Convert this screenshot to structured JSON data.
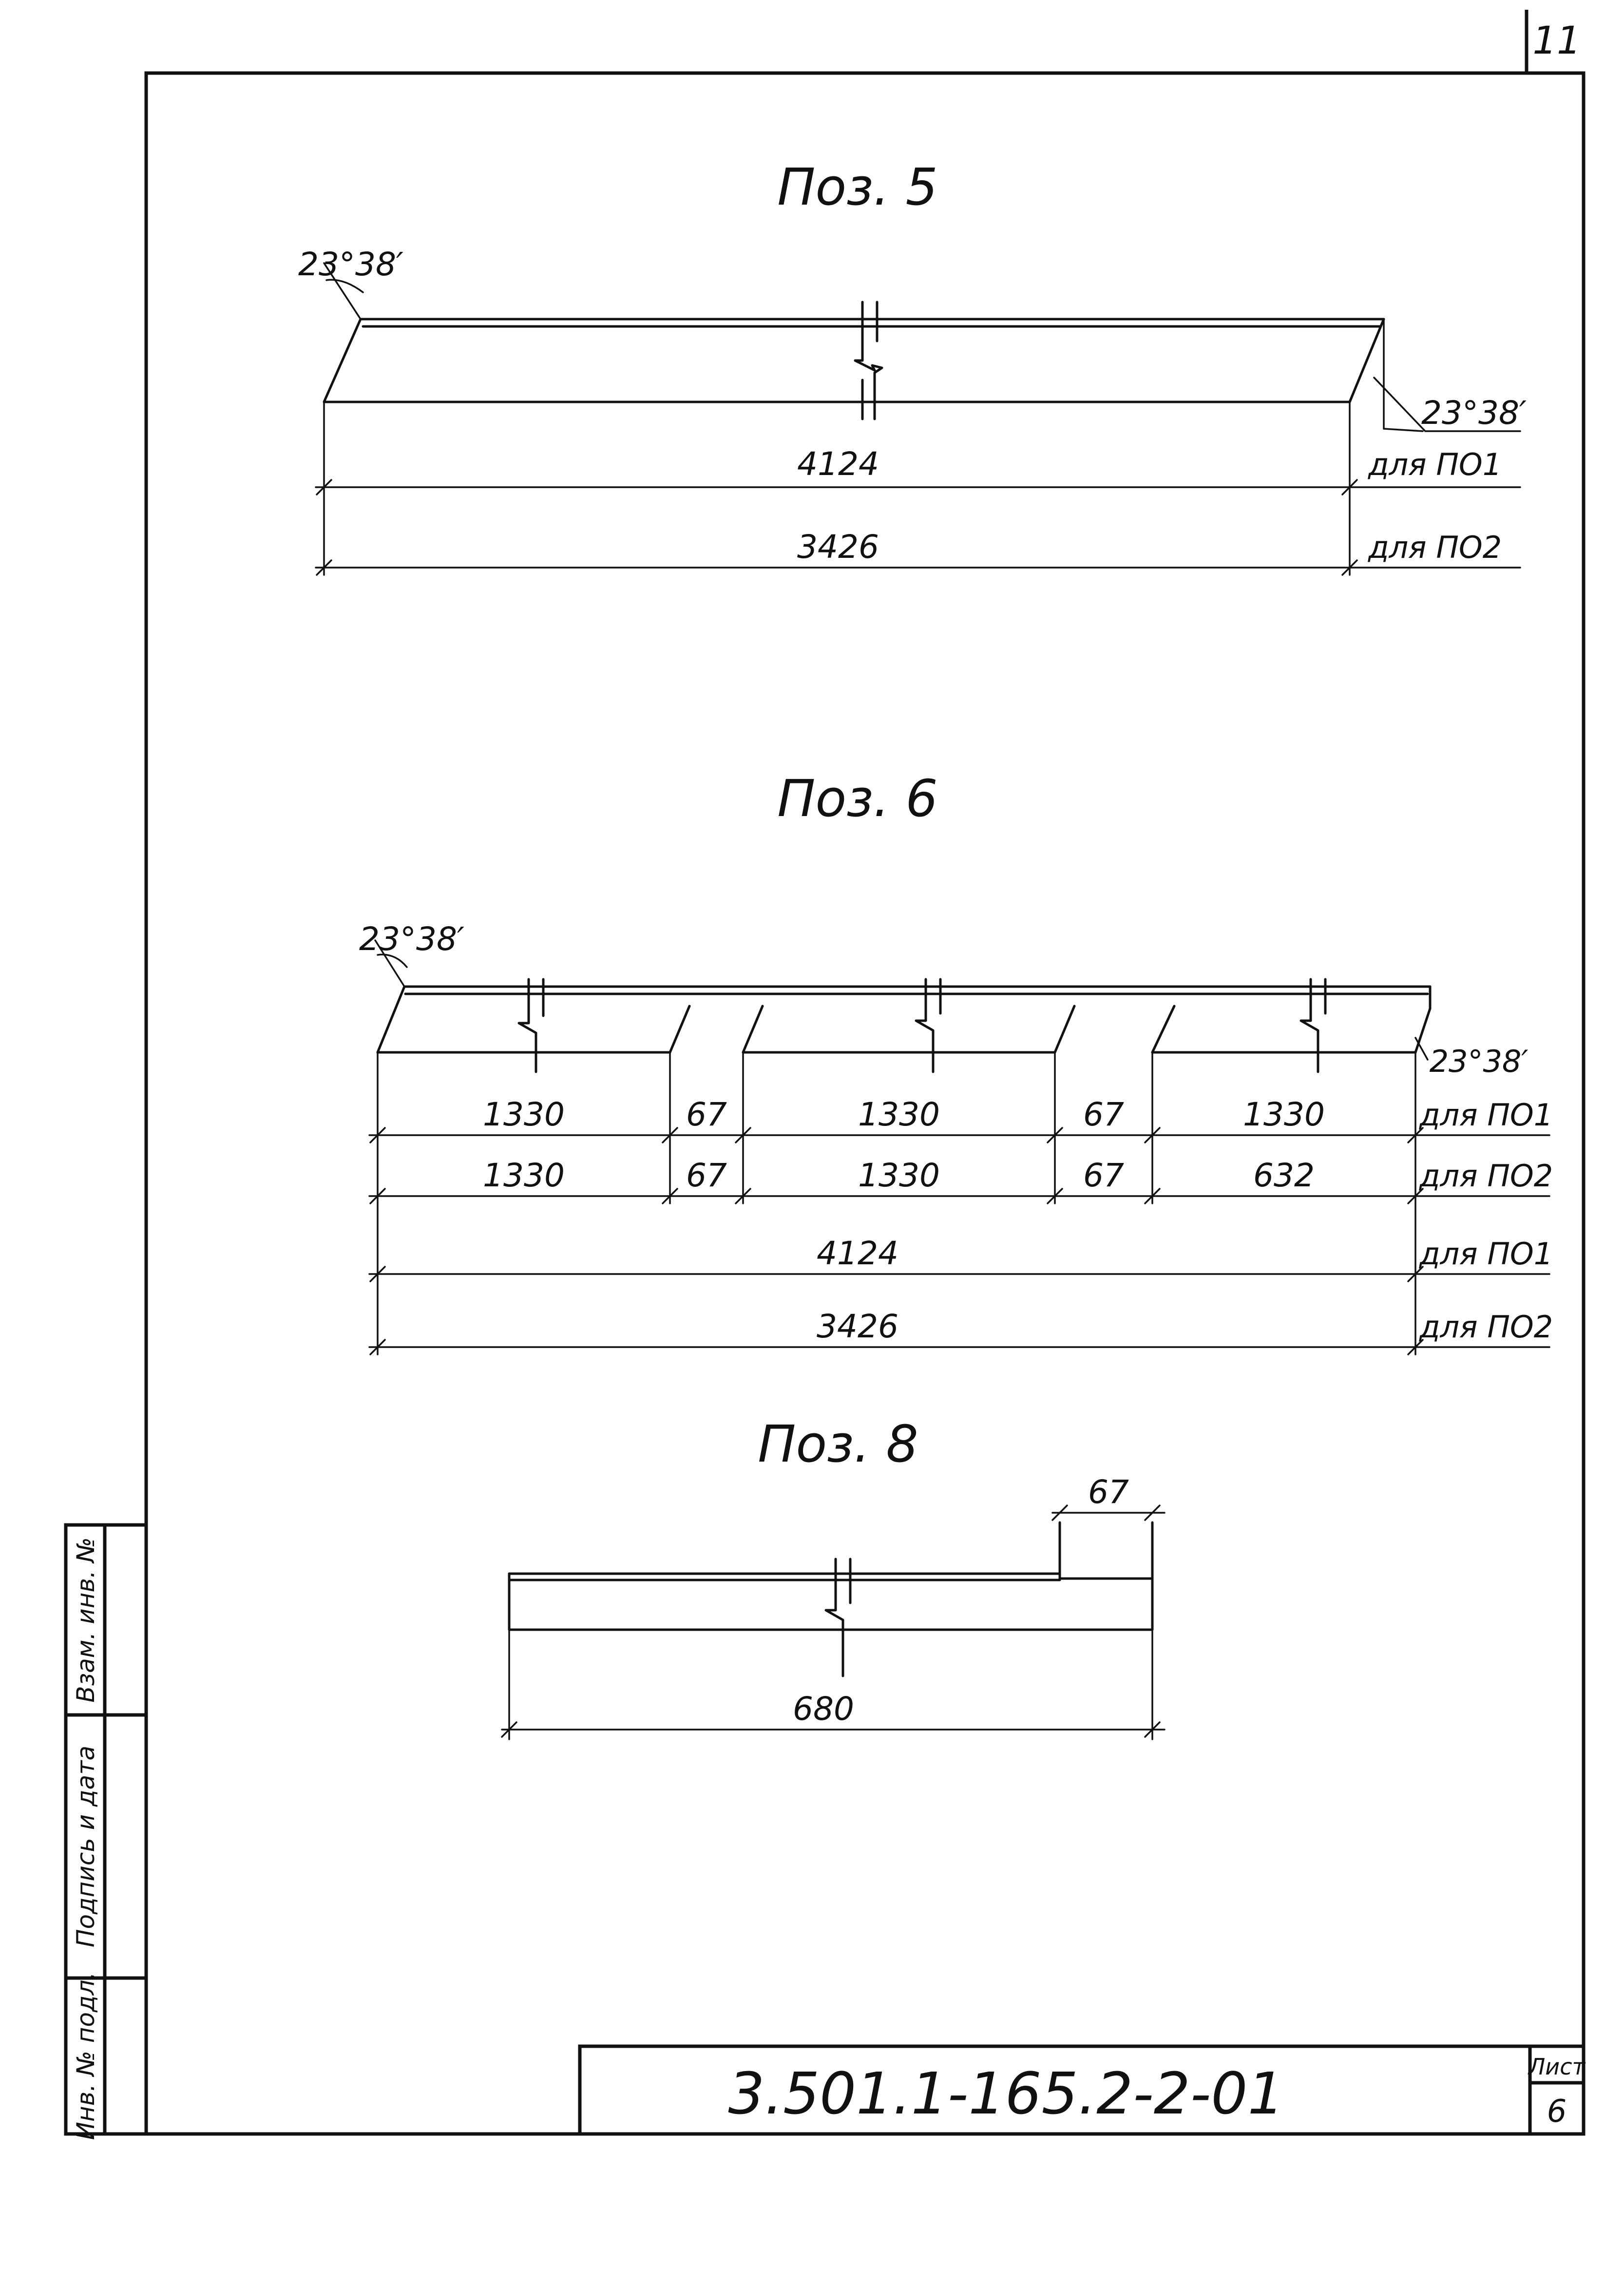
{
  "page_number": "11",
  "pos5": {
    "title": "Поз. 5",
    "angle_left": "23°38′",
    "angle_right": "23°38′",
    "dims": [
      {
        "value": "4124",
        "label": "для ПО1"
      },
      {
        "value": "3426",
        "label": "для ПО2"
      }
    ]
  },
  "pos6": {
    "title": "Поз. 6",
    "angle_left": "23°38′",
    "angle_right": "23°38′",
    "row1": {
      "values": [
        "1330",
        "67",
        "1330",
        "67",
        "1330"
      ],
      "label": "для ПО1"
    },
    "row2": {
      "values": [
        "1330",
        "67",
        "1330",
        "67",
        "632"
      ],
      "label": "для ПО2"
    },
    "total1": {
      "value": "4124",
      "label": "для ПО1"
    },
    "total2": {
      "value": "3426",
      "label": "для ПО2"
    }
  },
  "pos8": {
    "title": "Поз. 8",
    "dim_top": "67",
    "dim_total": "680"
  },
  "side_stamp": {
    "inv_podl": "Инв. № подл.",
    "signature_date": "Подпись и дата",
    "vzam_inv": "Взам. инв. №"
  },
  "title_block": {
    "doc_code": "3.501.1-165.2-2-01",
    "sheet_label": "Лист",
    "sheet_number": "6"
  }
}
